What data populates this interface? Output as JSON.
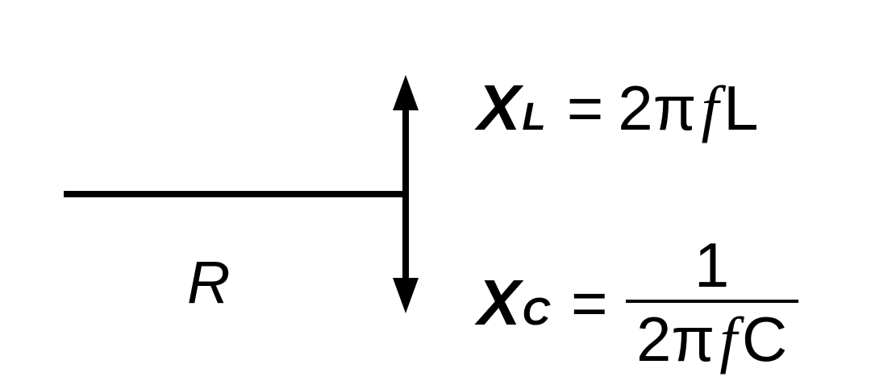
{
  "resistance_label": "R",
  "inductive_reactance": {
    "symbol": "X",
    "subscript": "L",
    "equals": "=",
    "rhs_prefix": "2π",
    "rhs_var": "f",
    "rhs_suffix": "L"
  },
  "capacitive_reactance": {
    "symbol": "X",
    "subscript": "C",
    "equals": "=",
    "numerator": "1",
    "denominator_prefix": "2π",
    "denominator_var": "f",
    "denominator_suffix": "C"
  }
}
